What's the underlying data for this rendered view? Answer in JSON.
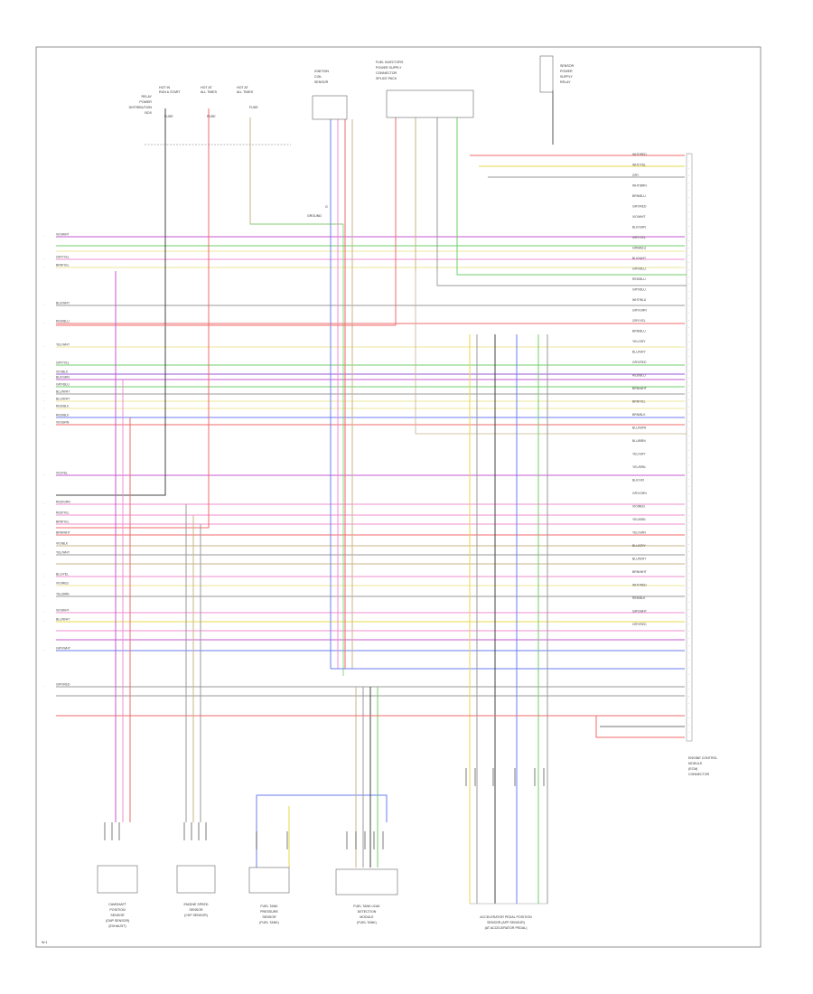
{
  "frame": {
    "stroke": "#777777"
  },
  "fuses": [
    {
      "lines": [
        "HOT IN",
        "RUN & START",
        "FUSE"
      ]
    },
    {
      "lines": [
        "HOT AT",
        "ALL TIMES",
        "FUSE"
      ]
    },
    {
      "lines": [
        "HOT AT",
        "ALL TIMES",
        "FUSE"
      ]
    }
  ],
  "relay_label": [
    "RELAY",
    "POWER",
    "DISTRIBUTION",
    "BOX"
  ],
  "top_connector_label": [
    "IGNITION",
    "COIL",
    "SENSOR"
  ],
  "top_center_label": [
    "FUEL INJECTORS",
    "POWER SUPPLY",
    "CONNECTOR",
    "SPLICE PACK"
  ],
  "top_right_label": [
    "SENSOR",
    "POWER",
    "SUPPLY",
    "RELAY"
  ],
  "ground_label": [
    "G",
    "GROUND"
  ],
  "ecm_label": [
    "ENGINE CONTROL",
    "MODULE",
    "(ECM)",
    "CONNECTOR"
  ],
  "page_ref": "W-1",
  "left_wires": [
    {
      "label": "VIO/WHT"
    },
    {
      "label": "GRY/YEL"
    },
    {
      "label": "BRN/YEL"
    },
    {
      "label": "BLK/WHT"
    },
    {
      "label": "RED/BLU"
    },
    {
      "label": "YEL/WHT"
    },
    {
      "label": "GRY/YEL"
    },
    {
      "label": "VIO/BLK"
    },
    {
      "label": "BLK/GRN"
    },
    {
      "label": "GRY/BLU"
    },
    {
      "label": "BLU/WHT"
    },
    {
      "label": "BLU/WHT"
    },
    {
      "label": "RED/BLK"
    },
    {
      "label": "RED/BLK"
    },
    {
      "label": "VIO/GRN"
    },
    {
      "label": "VIO/YEL"
    },
    {
      "label": "RED/GRN"
    },
    {
      "label": "RED/YEL"
    },
    {
      "label": "BRN/YEL"
    },
    {
      "label": "BRN/WHT"
    },
    {
      "label": "VIO/BLK"
    },
    {
      "label": "YEL/WHT"
    },
    {
      "label": "BLU/YEL"
    },
    {
      "label": "VIO/RED"
    },
    {
      "label": "YEL/BRN"
    },
    {
      "label": "VIO/WHT"
    },
    {
      "label": "BLU/WHT"
    },
    {
      "label": "GRY/WHT"
    },
    {
      "label": "GRY/RED"
    }
  ],
  "right_wires": [
    {
      "label": "WHT/RED"
    },
    {
      "label": "WHT/YEL"
    },
    {
      "label": "GRY"
    },
    {
      "label": "WHT/BRN"
    },
    {
      "label": "BRN/BLU"
    },
    {
      "label": "GRY/RED"
    },
    {
      "label": "VIO/WHT"
    },
    {
      "label": "BLK/GRN"
    },
    {
      "label": "GRY/YEL"
    },
    {
      "label": "GRN/BLU"
    },
    {
      "label": "BLK/WHT"
    },
    {
      "label": "GRY/BLU"
    },
    {
      "label": "RED/BLU"
    },
    {
      "label": "GRY/BLU"
    },
    {
      "label": "WHT/BLU"
    },
    {
      "label": "GRY/GRN"
    },
    {
      "label": "GRY/YEL"
    },
    {
      "label": "BRN/BLU"
    },
    {
      "label": "YEL/GRY"
    },
    {
      "label": "BLU/GRY"
    },
    {
      "label": "GRY/RED"
    },
    {
      "label": "RED/BLU"
    },
    {
      "label": "BRN/WHT"
    },
    {
      "label": "BRN/YEL"
    },
    {
      "label": "BRN/BLK"
    },
    {
      "label": "BLU/GRN"
    },
    {
      "label": "BLU/BRN"
    },
    {
      "label": "YEL/GRY"
    },
    {
      "label": "YEL/BRN"
    },
    {
      "label": "BLK/VIO"
    },
    {
      "label": "GRY/GRN"
    },
    {
      "label": "VIO/RED"
    },
    {
      "label": "YEL/BRN"
    },
    {
      "label": "YEL/GRN"
    },
    {
      "label": "BLU/GRY"
    },
    {
      "label": "BLU/WHT"
    },
    {
      "label": "BRN/WHT"
    },
    {
      "label": "WHT/RED"
    },
    {
      "label": "RED/BLK"
    },
    {
      "label": "GRY/WHT"
    },
    {
      "label": "GRY/RED"
    }
  ],
  "bottom_components": [
    {
      "lines": [
        "CAMSHAFT",
        "POSITION",
        "SENSOR",
        "(CMP SENSOR)",
        "(EXHAUST)"
      ]
    },
    {
      "lines": [
        "ENGINE SPEED",
        "SENSOR",
        "(CKP SENSOR)"
      ]
    },
    {
      "lines": [
        "FUEL TANK",
        "PRESSURE",
        "SENSOR",
        "(FUEL TANK)"
      ]
    },
    {
      "lines": [
        "FUEL TANK LEAK",
        "DETECTION",
        "MODULE",
        "(FUEL TANK)"
      ]
    },
    {
      "lines": [
        "ACCELERATOR PEDAL POSITION",
        "SENSOR (APP SENSOR)",
        "(AT ACCELERATOR PEDAL)"
      ]
    }
  ],
  "colors": {
    "red": "#f26b6b",
    "pink": "#f08fd0",
    "magenta": "#c45ad0",
    "violet": "#9a5ad8",
    "yellow": "#e8d84a",
    "lightyellow": "#ece49a",
    "green": "#6fcf6a",
    "blue": "#6b7ef0",
    "gray": "#9a9a9a",
    "black": "#444444",
    "brown": "#a08050",
    "tan": "#c8b48a"
  }
}
